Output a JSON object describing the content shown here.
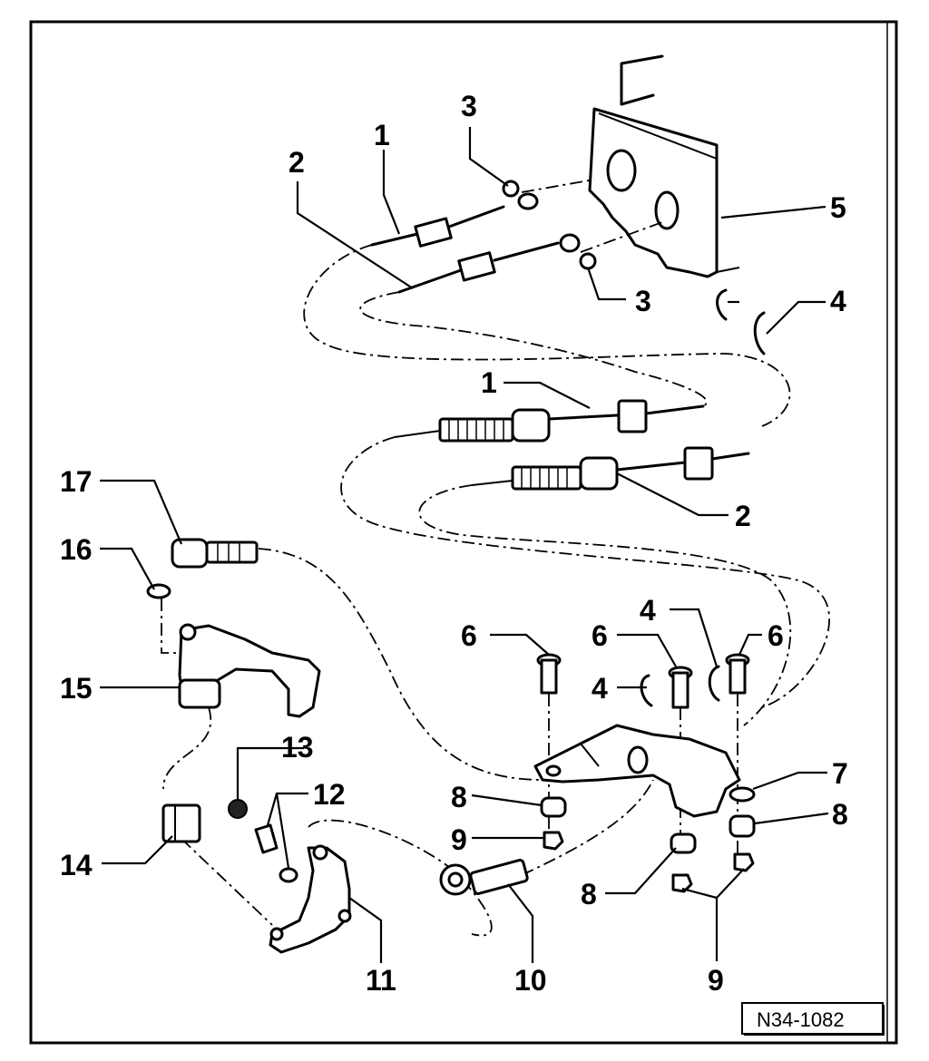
{
  "callouts": {
    "c1a": "1",
    "c1b": "1",
    "c2a": "2",
    "c2b": "2",
    "c3a": "3",
    "c3b": "3",
    "c4a": "4",
    "c4b": "4",
    "c4c": "4",
    "c5": "5",
    "c6a": "6",
    "c6b": "6",
    "c6c": "6",
    "c7": "7",
    "c8a": "8",
    "c8b": "8",
    "c8c": "8",
    "c9a": "9",
    "c9b": "9",
    "c10": "10",
    "c11": "11",
    "c12": "12",
    "c13": "13",
    "c14": "14",
    "c15": "15",
    "c16": "16",
    "c17": "17"
  },
  "reference": "N34-1082"
}
